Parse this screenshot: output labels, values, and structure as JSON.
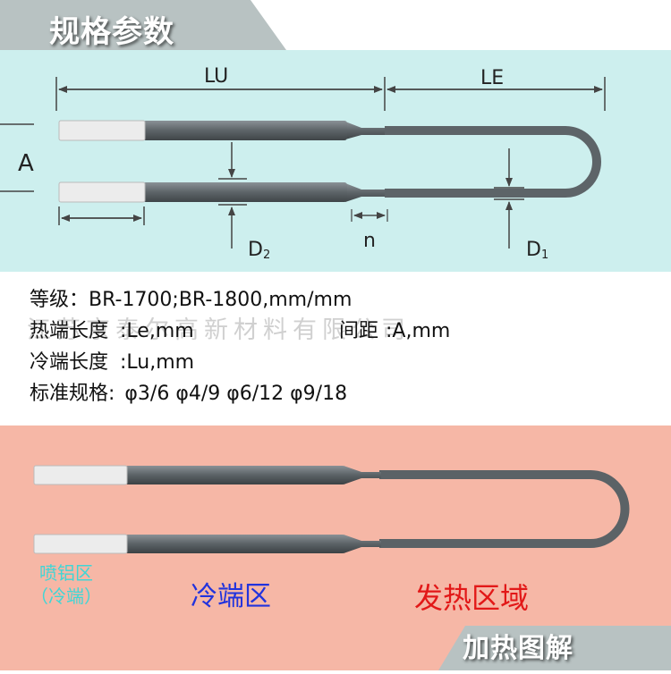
{
  "header": {
    "title": "规格参数"
  },
  "diagram": {
    "dim_lu": "LU",
    "dim_le": "LE",
    "dim_a": "A",
    "dim_n": "n",
    "dim_d2": "D",
    "dim_d2_sub": "2",
    "dim_d1": "D",
    "dim_d1_sub": "1",
    "colors": {
      "panel": "#cdefee",
      "rod": "#5d6468",
      "cap": "#ececec",
      "arrow": "#444444"
    }
  },
  "specs": {
    "grade_label": "等级：",
    "grade_value": "BR-1700;BR-1800,mm/mm",
    "hot_length_label": "热端长度",
    "hot_length_value": ":Le,mm",
    "spacing_label": "间距",
    "spacing_value": ":A,mm",
    "cold_length_label": "冷端长度",
    "cold_length_value": ":Lu,mm",
    "standard_label": "标准规格:",
    "standard_value": "φ3/6 φ4/9 φ6/12 φ9/18"
  },
  "watermark": {
    "text": "江苏京泰尔高新材料有限公司"
  },
  "zones": {
    "spray_line1": "喷铝区",
    "spray_line2": "（冷端）",
    "cold_zone": "冷端区",
    "hot_zone": "发热区域",
    "colors": {
      "panel": "#f6b7a6",
      "spray": "#3fd6d6",
      "cold": "#2233dd",
      "hot": "#e21818"
    }
  },
  "footer": {
    "title": "加热图解"
  }
}
